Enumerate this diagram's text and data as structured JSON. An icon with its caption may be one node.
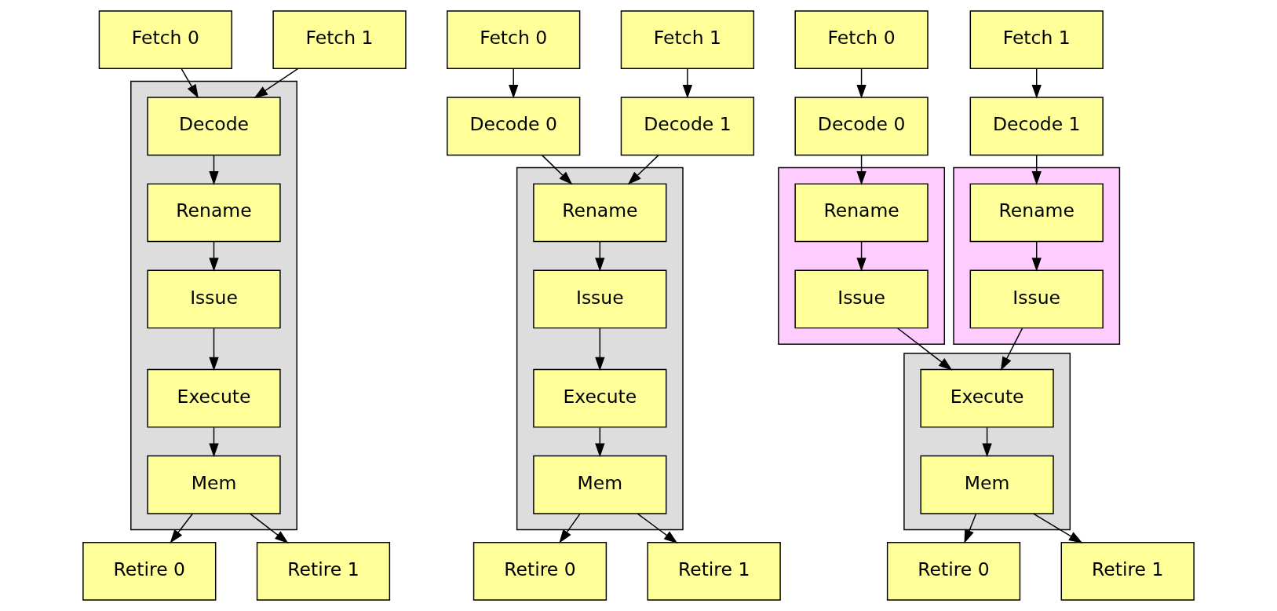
{
  "diagram": {
    "nodes": [
      {
        "text": [
          "Fetch 0"
        ]
      },
      {
        "text": [
          "Fetch 1"
        ]
      },
      {
        "text": [],
        "shape": "box"
      },
      {
        "text": [
          "Decode"
        ],
        "in": 2
      },
      {
        "text": [
          "Rename"
        ],
        "in": 2
      },
      {
        "text": [
          "Issue"
        ],
        "in": 2
      },
      {
        "text": [
          "Execute"
        ],
        "in": 2
      },
      {
        "text": [
          "Mem"
        ],
        "in": 2
      },
      {
        "text": [
          "Retire 0"
        ]
      },
      {
        "text": [
          "Retire 1"
        ]
      },
      {
        "text": [
          "Fetch 0"
        ]
      },
      {
        "text": [
          "Fetch 1"
        ]
      },
      {
        "text": [
          "Decode 0"
        ]
      },
      {
        "text": [
          "Decode 1"
        ]
      },
      {
        "text": [],
        "shape": "box"
      },
      {
        "text": [
          "Rename"
        ],
        "in": 14
      },
      {
        "text": [
          "Issue"
        ],
        "in": 14
      },
      {
        "text": [
          "Execute"
        ],
        "in": 14
      },
      {
        "text": [
          "Mem"
        ],
        "in": 14
      },
      {
        "text": [
          "Retire 0"
        ]
      },
      {
        "text": [
          "Retire 1"
        ]
      },
      {
        "text": [
          "Fetch 0"
        ]
      },
      {
        "text": [
          "Fetch 1"
        ]
      },
      {
        "text": [
          "Decode 0"
        ]
      },
      {
        "text": [
          "Decode 1"
        ]
      },
      {
        "text": [],
        "shape": "box"
      },
      {
        "text": [
          "Rename"
        ],
        "in": 25
      },
      {
        "text": [
          "Issue"
        ],
        "in": 25
      },
      {
        "text": [],
        "shape": "box"
      },
      {
        "text": [
          "Rename"
        ],
        "in": 28
      },
      {
        "text": [
          "Issue"
        ],
        "in": 28
      },
      {
        "text": [],
        "shape": "box"
      },
      {
        "text": [
          "Execute"
        ],
        "in": 31
      },
      {
        "text": [
          "Mem"
        ],
        "in": 31
      },
      {
        "text": [
          "Retire 0"
        ]
      },
      {
        "text": [
          "Retire 1"
        ]
      }
    ],
    "edges": [
      {
        "from": 0,
        "to": 3,
        "arrow": "to"
      },
      {
        "from": 1,
        "to": 3,
        "arrow": "to"
      },
      {
        "from": 3,
        "to": 4,
        "arrow": "to"
      },
      {
        "from": 4,
        "to": 5,
        "arrow": "to"
      },
      {
        "from": 5,
        "to": 6,
        "arrow": "to"
      },
      {
        "from": 6,
        "to": 7,
        "arrow": "to"
      },
      {
        "from": 7,
        "to": 8,
        "arrow": "to"
      },
      {
        "from": 7,
        "to": 9,
        "arrow": "to"
      },
      {
        "from": 10,
        "to": 12,
        "arrow": "to"
      },
      {
        "from": 11,
        "to": 13,
        "arrow": "to"
      },
      {
        "from": 12,
        "to": 15,
        "arrow": "to"
      },
      {
        "from": 13,
        "to": 15,
        "arrow": "to"
      },
      {
        "from": 15,
        "to": 16,
        "arrow": "to"
      },
      {
        "from": 16,
        "to": 17,
        "arrow": "to"
      },
      {
        "from": 17,
        "to": 18,
        "arrow": "to"
      },
      {
        "from": 18,
        "to": 19,
        "arrow": "to"
      },
      {
        "from": 18,
        "to": 20,
        "arrow": "to"
      },
      {
        "from": 21,
        "to": 23,
        "arrow": "to"
      },
      {
        "from": 22,
        "to": 24,
        "arrow": "to"
      },
      {
        "from": 23,
        "to": 26,
        "arrow": "to"
      },
      {
        "from": 24,
        "to": 29,
        "arrow": "to"
      },
      {
        "from": 26,
        "to": 27,
        "arrow": "to"
      },
      {
        "from": 29,
        "to": 30,
        "arrow": "to"
      },
      {
        "from": 27,
        "to": 32,
        "arrow": "to"
      },
      {
        "from": 30,
        "to": 32,
        "arrow": "to"
      },
      {
        "from": 32,
        "to": 33,
        "arrow": "to"
      },
      {
        "from": 33,
        "to": 34,
        "arrow": "to"
      },
      {
        "from": 33,
        "to": 35,
        "arrow": "to"
      }
    ]
  }
}
